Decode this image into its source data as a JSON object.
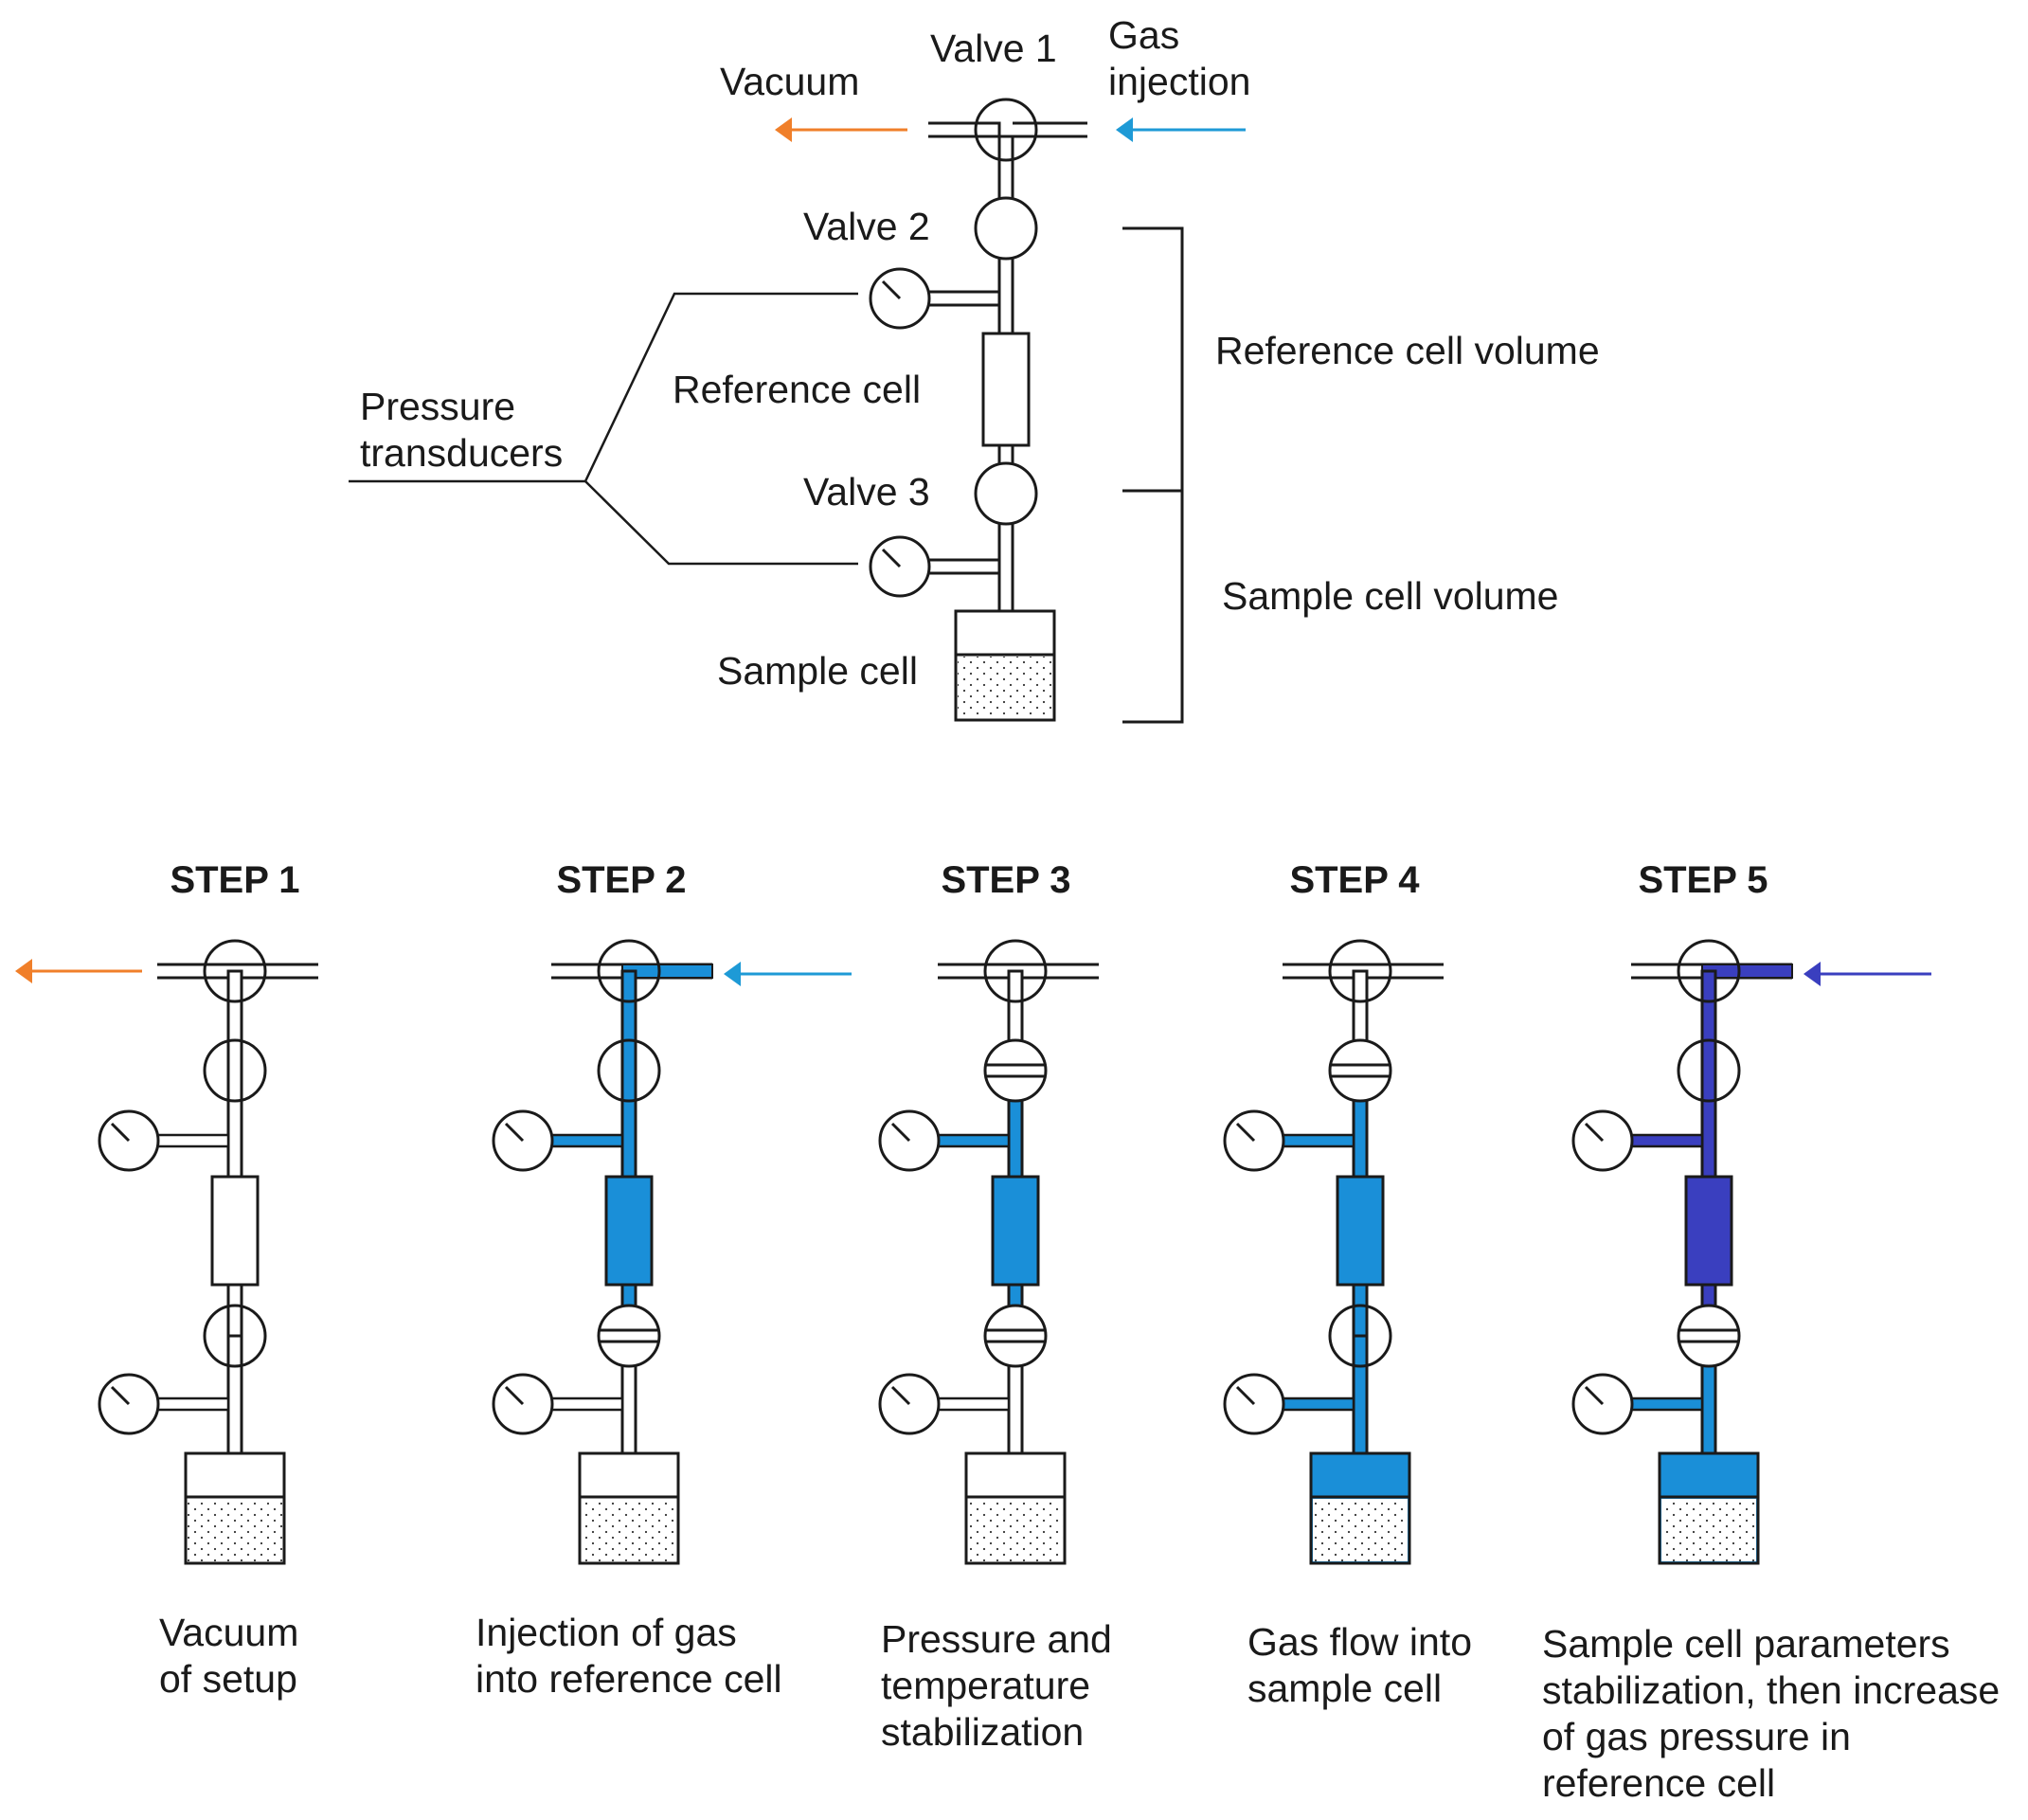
{
  "overview": {
    "valve1": "Valve 1",
    "valve2": "Valve 2",
    "valve3": "Valve 3",
    "vacuum": "Vacuum",
    "gas_line1": "Gas",
    "gas_line2": "injection",
    "reference_cell": "Reference cell",
    "sample_cell": "Sample cell",
    "pressure_line1": "Pressure",
    "pressure_line2": "transducers",
    "reference_cell_volume": "Reference cell volume",
    "sample_cell_volume": "Sample cell volume"
  },
  "steps": [
    {
      "title": "STEP 1",
      "caption": [
        "Vacuum",
        "of setup"
      ]
    },
    {
      "title": "STEP 2",
      "caption": [
        "Injection of gas",
        "into reference cell"
      ]
    },
    {
      "title": "STEP 3",
      "caption": [
        "Pressure and",
        "temperature",
        "stabilization"
      ]
    },
    {
      "title": "STEP 4",
      "caption": [
        "Gas flow into",
        "sample cell"
      ]
    },
    {
      "title": "STEP 5",
      "caption": [
        "Sample cell parameters",
        "stabilization, then increase",
        "of gas pressure in",
        "reference cell"
      ]
    }
  ],
  "colors": {
    "vacuum_arrow": "#f07f2a",
    "gas_arrow": "#1e9ad6",
    "gas_fill": "#1a8fd8",
    "high_pressure_fill": "#3a3fbf",
    "line": "#1a1a1a"
  }
}
